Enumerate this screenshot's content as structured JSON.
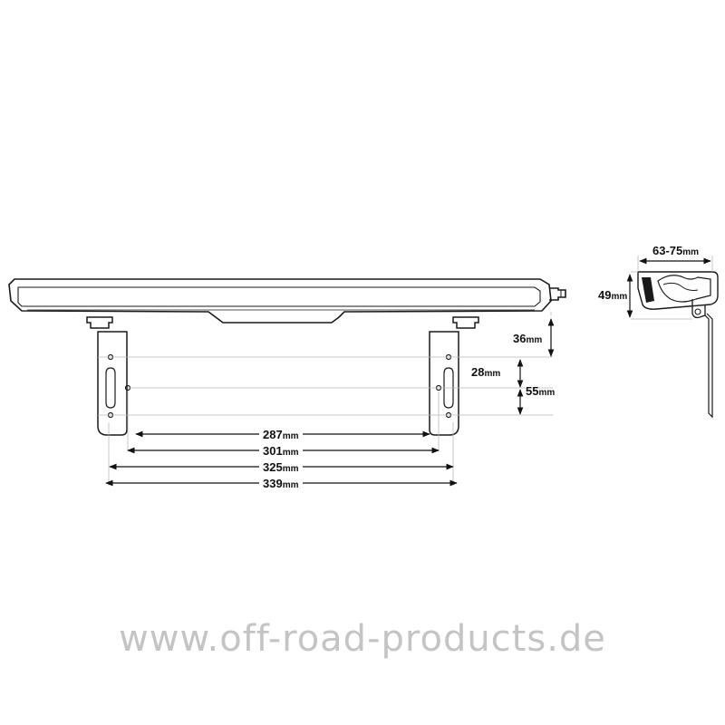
{
  "watermark": "www.off-road-products.de",
  "unit": "mm",
  "dimensions": {
    "d287": "287",
    "d301": "301",
    "d325": "325",
    "d339": "339",
    "d36": "36",
    "d28": "28",
    "d55": "55",
    "d49": "49",
    "d63_75": "63-75"
  },
  "colors": {
    "line": "#1a1a1a",
    "guide": "#b9b9b9",
    "watermark": "#c4c4c4"
  }
}
